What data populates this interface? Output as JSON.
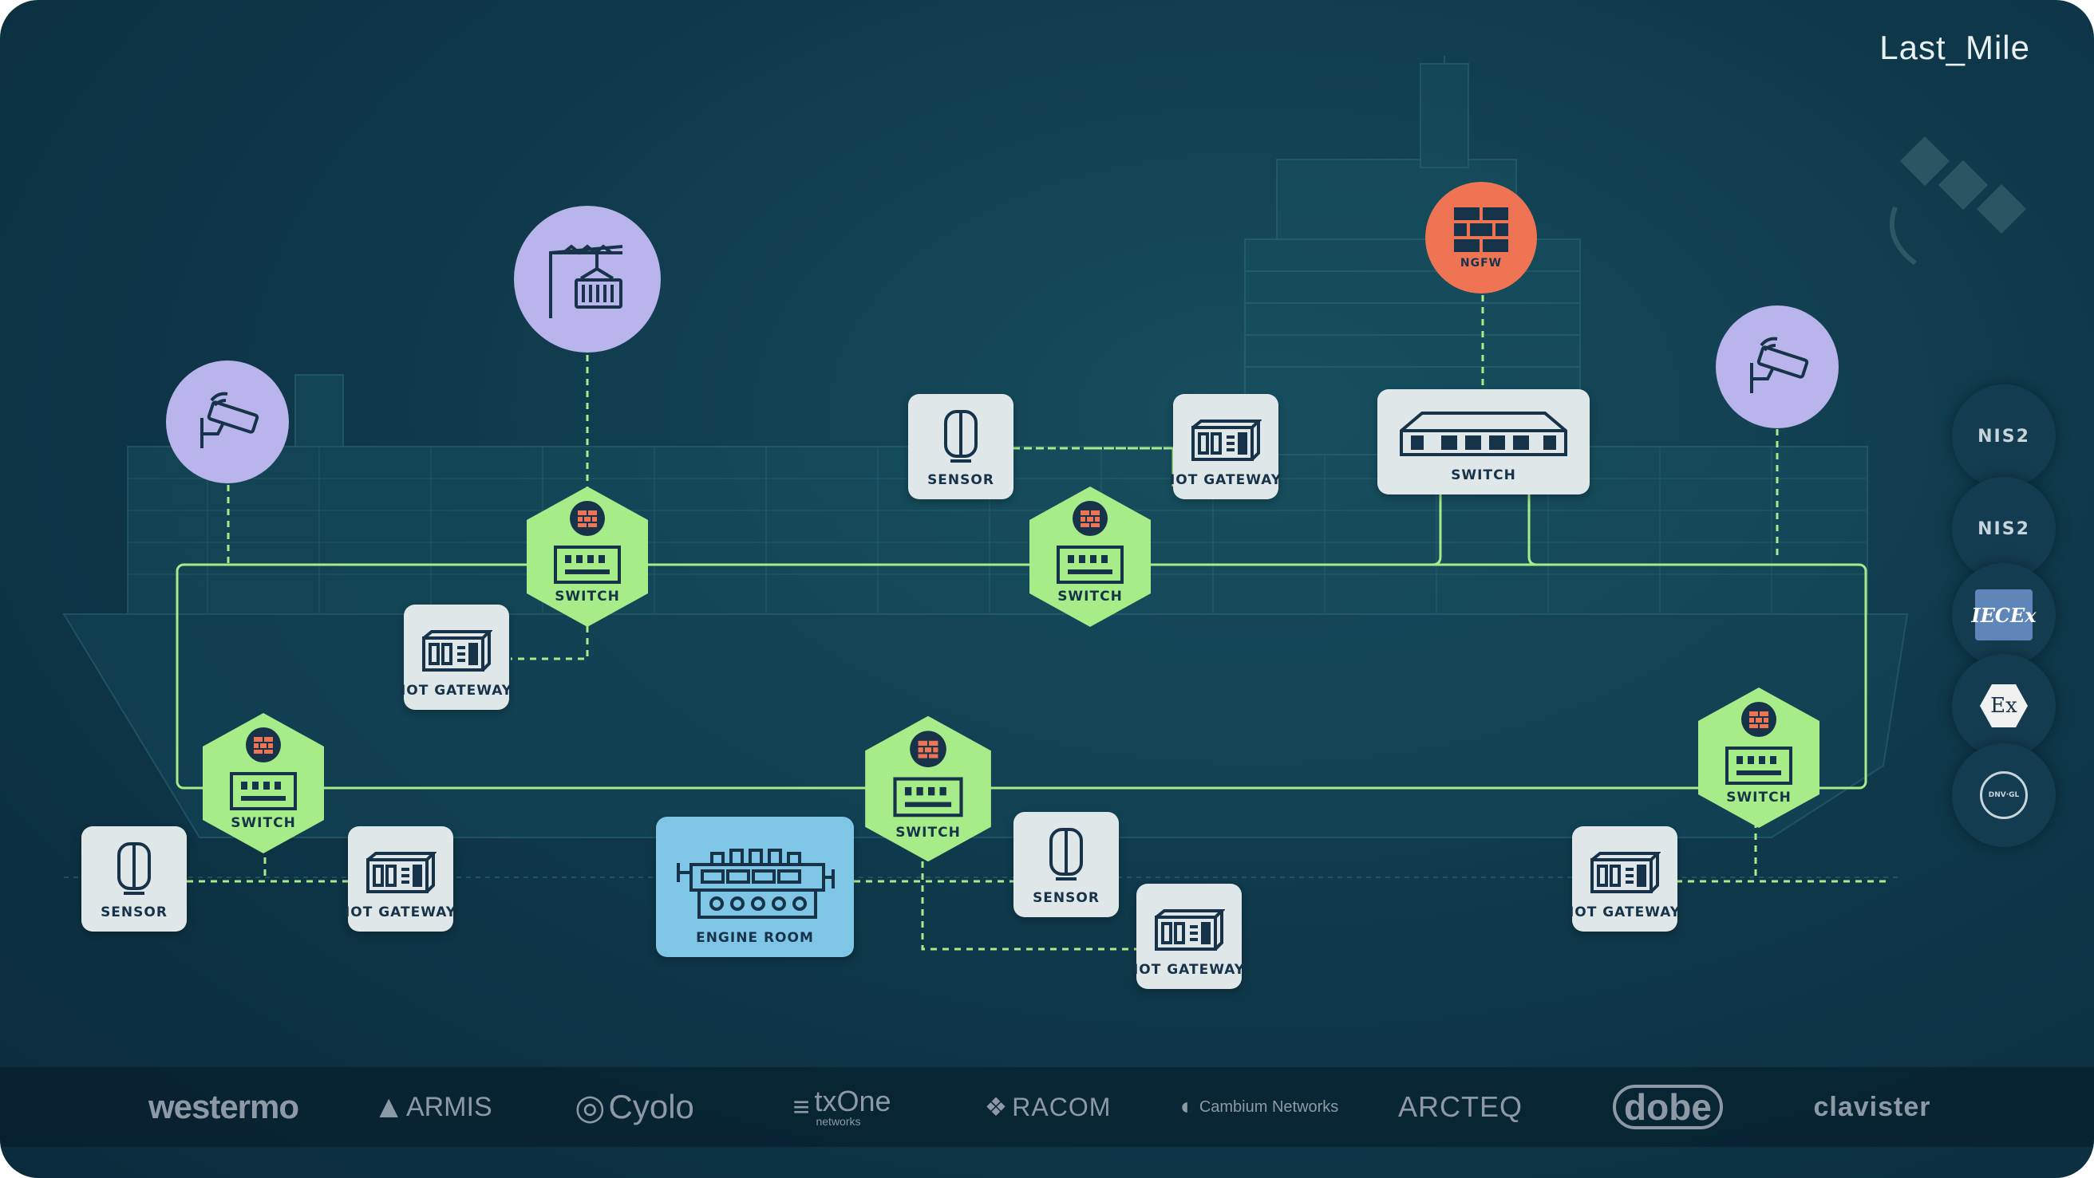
{
  "brand": "Last_Mile",
  "labels": {
    "switch": "SWITCH",
    "sensor": "SENSOR",
    "iot_gateway": "IOT GATEWAY",
    "ngfw": "NGFW",
    "engine_room": "ENGINE ROOM"
  },
  "badges": {
    "nis2_a": "NIS2",
    "nis2_b": "NIS2",
    "iecex": "IECEx",
    "ex": "Ex",
    "dnv": "DNV·GL"
  },
  "partners": {
    "westermo": "westermo",
    "armis": "ARMIS",
    "cyolo": "Cyolo",
    "txone": "txOne",
    "txone_sub": "networks",
    "racom": "RACOM",
    "cambium": "Cambium Networks",
    "arcteq": "ARCTEQ",
    "dobe": "dobe",
    "clavister": "clavister"
  },
  "colors": {
    "background": "#0f3a4c",
    "switch_hex": "#a6ec88",
    "firewall": "#ee7454",
    "endpoint_circle": "#b9b4ec",
    "card": "#dfe7e9",
    "engine_room": "#7fc5e6",
    "link": "#a6ec88"
  },
  "icons": [
    "camera-icon",
    "crane-icon",
    "firewall-icon",
    "sensor-icon",
    "gateway-icon",
    "switch-icon",
    "engine-icon",
    "satellite-icon"
  ]
}
